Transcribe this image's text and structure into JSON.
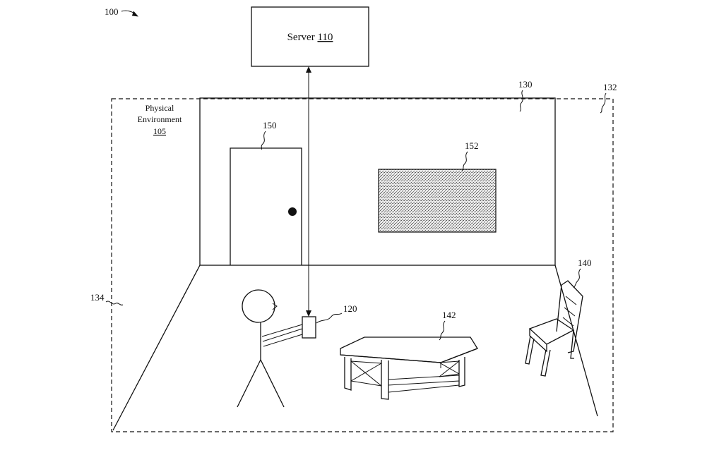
{
  "figure_ref": "100",
  "server": {
    "label": "Server ",
    "ref": "110"
  },
  "environment": {
    "line1": "Physical",
    "line2": "Environment",
    "ref": "105"
  },
  "refs": {
    "room_wall": "130",
    "boundary_right": "132",
    "boundary_left": "134",
    "device": "120",
    "chair": "140",
    "table": "142",
    "door": "150",
    "picture": "152"
  }
}
